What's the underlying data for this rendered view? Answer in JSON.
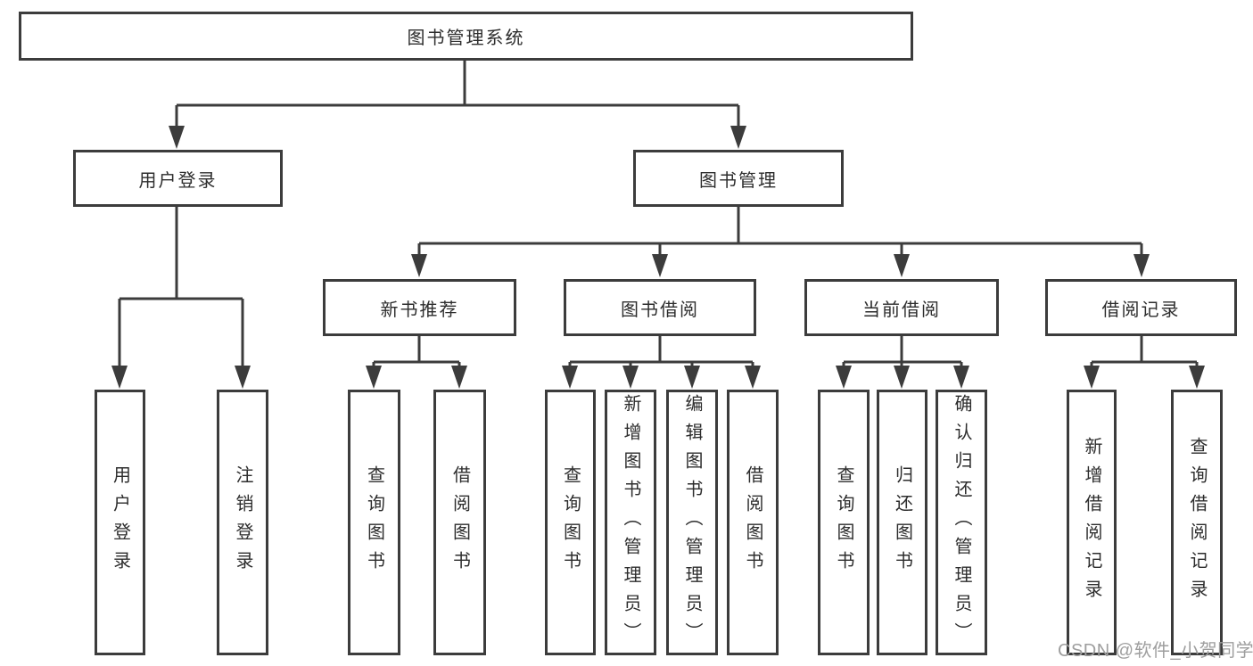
{
  "diagram": {
    "title": "图书管理系统",
    "root_label": "图书管理系统",
    "branches": {
      "user_login": {
        "label": "用户登录",
        "children": [
          "用户登录",
          "注销登录"
        ]
      },
      "book_management": {
        "label": "图书管理",
        "sections": {
          "new_book_recommend": {
            "label": "新书推荐",
            "children": [
              "查询图书",
              "借阅图书"
            ]
          },
          "book_borrowing": {
            "label": "图书借阅",
            "children": [
              "查询图书",
              "新增图书（管理员）",
              "编辑图书（管理员）",
              "借阅图书"
            ]
          },
          "current_borrowing": {
            "label": "当前借阅",
            "children": [
              "查询图书",
              "归还图书",
              "确认归还（管理员）"
            ]
          },
          "borrowing_records": {
            "label": "借阅记录",
            "children": [
              "新增借阅记录",
              "查询借阅记录"
            ]
          }
        }
      }
    }
  },
  "watermark": {
    "text": "CSDN @软件_小贺同学",
    "color": "#9e9e9e"
  },
  "colors": {
    "line": "#3c3c3c",
    "box_border": "#3c3c3c",
    "text": "#2d2d2d",
    "background": "#ffffff"
  }
}
